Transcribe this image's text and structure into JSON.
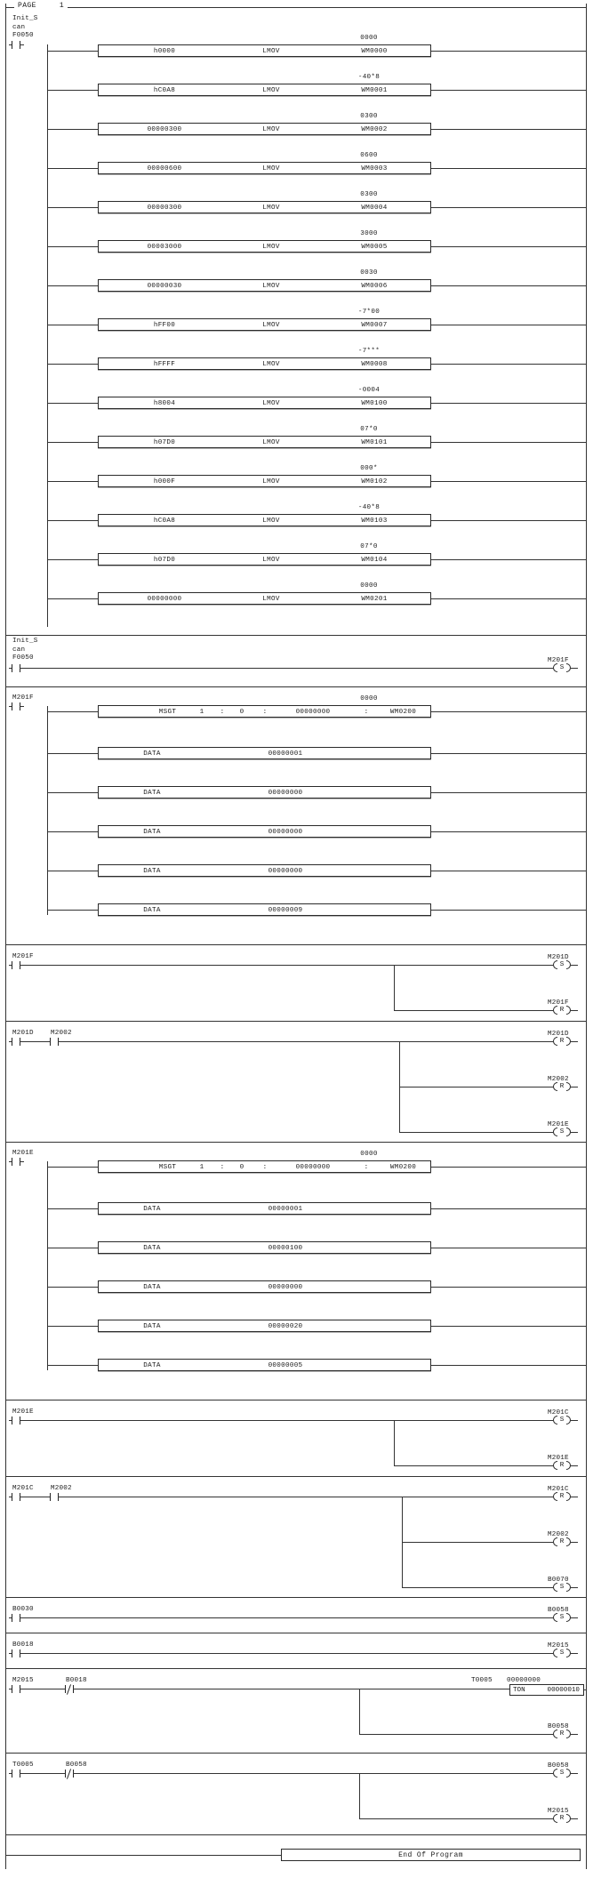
{
  "page": {
    "label": "PAGE",
    "number": "1",
    "end_of_program": "End Of Program"
  },
  "symbols": {
    "init_scan_line1": "Init_S",
    "init_scan_line2": "can",
    "init_scan_addr": "F0050"
  },
  "rungs": [
    {
      "id": "rung-1",
      "input_contact": "F0050",
      "instructions": [
        {
          "annotation": "0000",
          "source": "h0000",
          "op": "LMOV",
          "dest": "WM0000"
        },
        {
          "annotation": "-40*8",
          "source": "hC0A8",
          "op": "LMOV",
          "dest": "WM0001"
        },
        {
          "annotation": "0300",
          "source": "00000300",
          "op": "LMOV",
          "dest": "WM0002"
        },
        {
          "annotation": "0600",
          "source": "00000600",
          "op": "LMOV",
          "dest": "WM0003"
        },
        {
          "annotation": "0300",
          "source": "00000300",
          "op": "LMOV",
          "dest": "WM0004"
        },
        {
          "annotation": "3000",
          "source": "00003000",
          "op": "LMOV",
          "dest": "WM0005"
        },
        {
          "annotation": "0030",
          "source": "00000030",
          "op": "LMOV",
          "dest": "WM0006"
        },
        {
          "annotation": "-7*00",
          "source": "hFF00",
          "op": "LMOV",
          "dest": "WM0007"
        },
        {
          "annotation": "-7***",
          "source": "hFFFF",
          "op": "LMOV",
          "dest": "WM0008"
        },
        {
          "annotation": "-0004",
          "source": "h8004",
          "op": "LMOV",
          "dest": "WM0100"
        },
        {
          "annotation": "07*0",
          "source": "h07D0",
          "op": "LMOV",
          "dest": "WM0101"
        },
        {
          "annotation": "000*",
          "source": "h000F",
          "op": "LMOV",
          "dest": "WM0102"
        },
        {
          "annotation": "-40*8",
          "source": "hC0A8",
          "op": "LMOV",
          "dest": "WM0103"
        },
        {
          "annotation": "07*0",
          "source": "h07D0",
          "op": "LMOV",
          "dest": "WM0104"
        },
        {
          "annotation": "0000",
          "source": "00000000",
          "op": "LMOV",
          "dest": "WM0201"
        }
      ]
    },
    {
      "id": "rung-2",
      "input_contact": "F0050",
      "coil_tag": "M201F",
      "coil_type": "S"
    },
    {
      "id": "rung-3",
      "input_contact": "M201F",
      "msgt": {
        "op": "MSGT",
        "p1": "1",
        "sep1": ":",
        "p2": "0",
        "sep2": ":",
        "p3": "00000000",
        "sep3": ":",
        "dest": "WM0200",
        "annotation": "0000"
      },
      "data_rows": [
        {
          "label": "DATA",
          "value": "00000001"
        },
        {
          "label": "DATA",
          "value": "00000000"
        },
        {
          "label": "DATA",
          "value": "00000000"
        },
        {
          "label": "DATA",
          "value": "00000000"
        },
        {
          "label": "DATA",
          "value": "00000009"
        }
      ]
    },
    {
      "id": "rung-4",
      "input_contact": "M201F",
      "coils": [
        {
          "tag": "M201D",
          "type": "S"
        },
        {
          "tag": "M201F",
          "type": "R"
        }
      ]
    },
    {
      "id": "rung-5",
      "input_contacts": [
        "M201D",
        "M2002"
      ],
      "coils": [
        {
          "tag": "M201D",
          "type": "R"
        },
        {
          "tag": "M2002",
          "type": "R"
        },
        {
          "tag": "M201E",
          "type": "S"
        }
      ]
    },
    {
      "id": "rung-6",
      "input_contact": "M201E",
      "msgt": {
        "op": "MSGT",
        "p1": "1",
        "sep1": ":",
        "p2": "0",
        "sep2": ":",
        "p3": "00000000",
        "sep3": ":",
        "dest": "WM0200",
        "annotation": "0000"
      },
      "data_rows": [
        {
          "label": "DATA",
          "value": "00000001"
        },
        {
          "label": "DATA",
          "value": "00000100"
        },
        {
          "label": "DATA",
          "value": "00000000"
        },
        {
          "label": "DATA",
          "value": "00000020"
        },
        {
          "label": "DATA",
          "value": "00000005"
        }
      ]
    },
    {
      "id": "rung-7",
      "input_contact": "M201E",
      "coils": [
        {
          "tag": "M201C",
          "type": "S"
        },
        {
          "tag": "M201E",
          "type": "R"
        }
      ]
    },
    {
      "id": "rung-8",
      "input_contacts": [
        "M201C",
        "M2002"
      ],
      "coils": [
        {
          "tag": "M201C",
          "type": "R"
        },
        {
          "tag": "M2002",
          "type": "R"
        },
        {
          "tag": "B0070",
          "type": "S"
        }
      ]
    },
    {
      "id": "rung-9",
      "input_contact": "B0030",
      "coil_tag": "B0058",
      "coil_type": "S"
    },
    {
      "id": "rung-10",
      "input_contact": "B0018",
      "coil_tag": "M2015",
      "coil_type": "S"
    },
    {
      "id": "rung-11",
      "input_contacts": [
        "M2015",
        "B0018"
      ],
      "timer": {
        "tag": "T0005",
        "preset_top": "00000000",
        "op": "TON",
        "preset": "00000010"
      },
      "coils": [
        {
          "tag": "B0058",
          "type": "R"
        }
      ]
    },
    {
      "id": "rung-12",
      "input_contacts": [
        "T0005",
        "B0058"
      ],
      "coils": [
        {
          "tag": "B0058",
          "type": "S"
        },
        {
          "tag": "M2015",
          "type": "R"
        }
      ]
    }
  ]
}
